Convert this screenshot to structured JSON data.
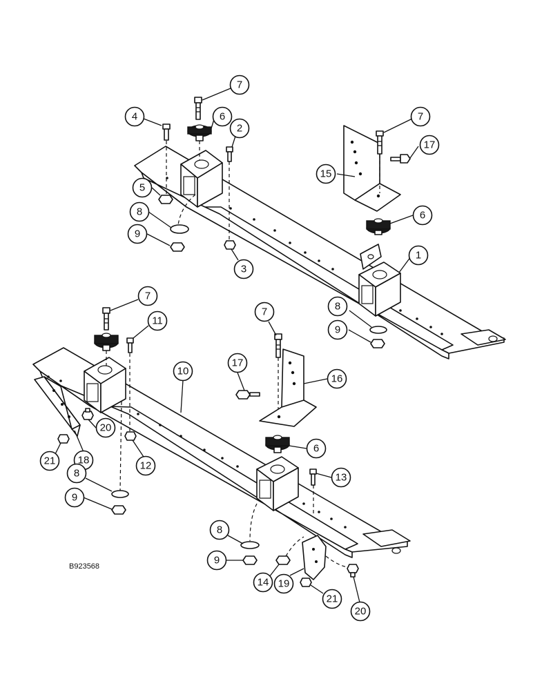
{
  "figure_code": "B923568",
  "callouts": [
    {
      "id": "c-7a",
      "label": "7"
    },
    {
      "id": "c-4",
      "label": "4"
    },
    {
      "id": "c-6a",
      "label": "6"
    },
    {
      "id": "c-2",
      "label": "2"
    },
    {
      "id": "c-5",
      "label": "5"
    },
    {
      "id": "c-8a",
      "label": "8"
    },
    {
      "id": "c-9a",
      "label": "9"
    },
    {
      "id": "c-3",
      "label": "3"
    },
    {
      "id": "c-7b",
      "label": "7"
    },
    {
      "id": "c-17a",
      "label": "17"
    },
    {
      "id": "c-15",
      "label": "15"
    },
    {
      "id": "c-6b",
      "label": "6"
    },
    {
      "id": "c-1",
      "label": "1"
    },
    {
      "id": "c-8b",
      "label": "8"
    },
    {
      "id": "c-9b",
      "label": "9"
    },
    {
      "id": "c-7c",
      "label": "7"
    },
    {
      "id": "c-11",
      "label": "11"
    },
    {
      "id": "c-7d",
      "label": "7"
    },
    {
      "id": "c-10",
      "label": "10"
    },
    {
      "id": "c-17b",
      "label": "17"
    },
    {
      "id": "c-16",
      "label": "16"
    },
    {
      "id": "c-20a",
      "label": "20"
    },
    {
      "id": "c-18",
      "label": "18"
    },
    {
      "id": "c-12",
      "label": "12"
    },
    {
      "id": "c-21a",
      "label": "21"
    },
    {
      "id": "c-8c",
      "label": "8"
    },
    {
      "id": "c-9c",
      "label": "9"
    },
    {
      "id": "c-6c",
      "label": "6"
    },
    {
      "id": "c-13",
      "label": "13"
    },
    {
      "id": "c-8d",
      "label": "8"
    },
    {
      "id": "c-9d",
      "label": "9"
    },
    {
      "id": "c-14",
      "label": "14"
    },
    {
      "id": "c-19",
      "label": "19"
    },
    {
      "id": "c-21b",
      "label": "21"
    },
    {
      "id": "c-20b",
      "label": "20"
    }
  ]
}
